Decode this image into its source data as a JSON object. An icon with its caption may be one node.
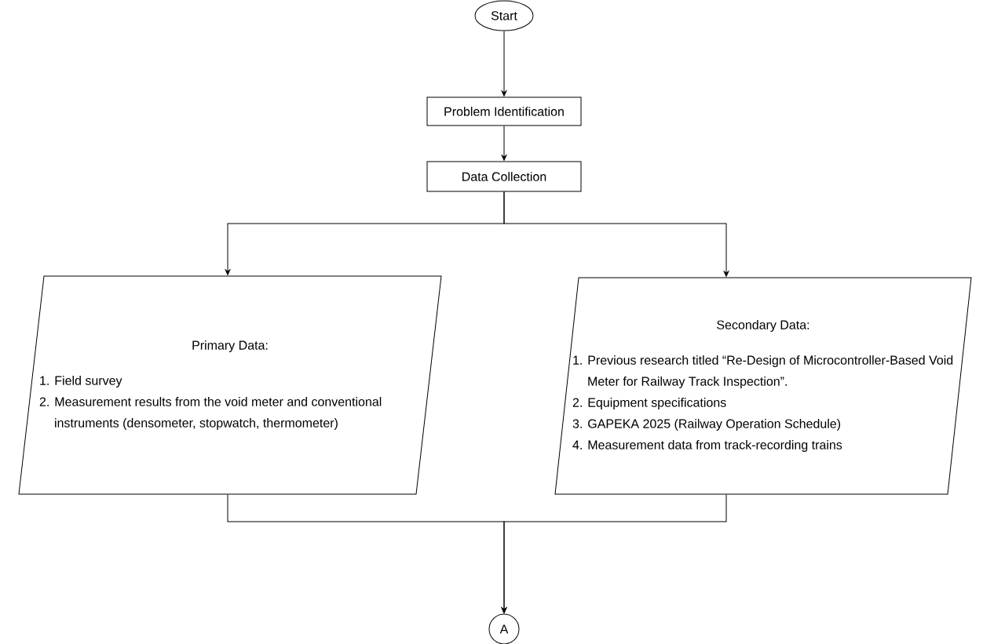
{
  "diagram": {
    "nodes": [
      {
        "text": [
          "Start"
        ]
      },
      {
        "text": [
          "Problem Identification"
        ]
      },
      {
        "text": [
          "Data Collection"
        ]
      },
      {
        "text": [
          "Primary Data:",
          "1. Field survey",
          "2. Measurement results from the void meter and conventional instruments (densometer, stopwatch, thermometer)"
        ]
      },
      {
        "text": [
          "Secondary Data:",
          "1. Previous research titled “Re-Design of Microcontroller-Based Void Meter for Railway Track Inspection”.",
          "2. Equipment specifications",
          "3. GAPEKA 2025 (Railway Operation Schedule)",
          "4. Measurement data from track-recording trains"
        ]
      },
      {
        "text": [
          "A"
        ]
      }
    ],
    "edges": [
      {
        "from": 0,
        "to": 1,
        "arrow": "to"
      },
      {
        "from": 1,
        "to": 2,
        "arrow": "to"
      },
      {
        "from": 2,
        "to": 3,
        "arrow": "to"
      },
      {
        "from": 2,
        "to": 4,
        "arrow": "to"
      },
      {
        "from": 3,
        "to": 5,
        "arrow": "to"
      },
      {
        "from": 4,
        "to": 5,
        "arrow": "to"
      }
    ]
  }
}
